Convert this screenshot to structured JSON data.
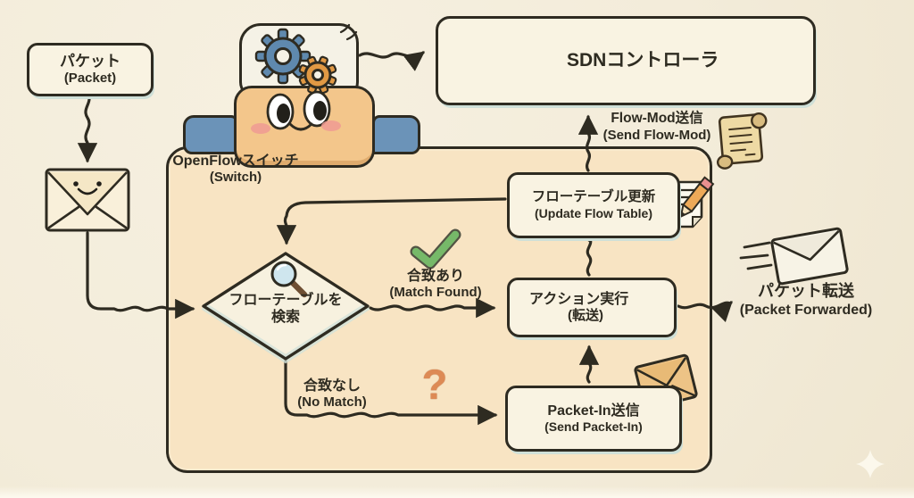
{
  "title": "OpenFlow / SDN packet handling flow (hand-drawn diagram)",
  "nodes": {
    "packet": {
      "jp": "パケット",
      "en": "(Packet)"
    },
    "sdn": {
      "label": "SDNコントローラ"
    },
    "switch": {
      "jp": "OpenFlowスイッチ",
      "en": "(Switch)"
    },
    "search": {
      "jp": "フローテーブルを",
      "jp2": "検索"
    },
    "update": {
      "jp": "フローテーブル更新",
      "en": "(Update Flow Table)"
    },
    "action": {
      "jp": "アクション実行",
      "en": "(転送)"
    },
    "packet_in": {
      "jp": "Packet-In送信",
      "en": "(Send Packet-In)"
    }
  },
  "edge_labels": {
    "flow_mod": {
      "jp": "Flow-Mod送信",
      "en": "(Send Flow-Mod)"
    },
    "match_found": {
      "jp": "合致あり",
      "en": "(Match Found)"
    },
    "no_match": {
      "jp": "合致なし",
      "en": "(No Match)"
    },
    "packet_forwarded": {
      "jp": "パケット転送",
      "en": "(Packet Forwarded)"
    },
    "question_mark": "?"
  },
  "flow": [
    {
      "from": "packet",
      "to": "incoming-envelope",
      "label": ""
    },
    {
      "from": "incoming-envelope",
      "to": "search",
      "label": ""
    },
    {
      "from": "search",
      "to": "action",
      "label": "合致あり (Match Found)"
    },
    {
      "from": "search",
      "to": "packet_in",
      "label": "合致なし (No Match)"
    },
    {
      "from": "packet_in",
      "to": "action",
      "label": ""
    },
    {
      "from": "action",
      "to": "update",
      "label": ""
    },
    {
      "from": "update",
      "to": "sdn",
      "label": "Flow-Mod送信 (Send Flow-Mod)"
    },
    {
      "from": "action",
      "to": "outside",
      "label": "パケット転送 (Packet Forwarded)"
    },
    {
      "from": "robot-switch",
      "to": "sdn",
      "label": ""
    }
  ],
  "icons": [
    "gear-blue-icon",
    "gear-orange-icon",
    "robot-face-icon",
    "brain-icon",
    "crown-icon",
    "scroll-icon",
    "note-pencil-icon",
    "magnifier-icon",
    "check-icon",
    "question-icon",
    "envelope-smiley-icon",
    "envelope-orange-icon",
    "envelope-flying-icon",
    "blue-forward-arrow-icon",
    "sparkle-icon"
  ],
  "palette": {
    "background": "#f3ecda",
    "switch_fill": "#f8e4c3",
    "node_fill": "#f9f3e2",
    "outline": "#2e2b21",
    "shadow_teal": "#cfe0d8",
    "blue": "#6b93b8",
    "orange": "#e19944",
    "green_check": "#76b969",
    "question_orange": "#dd8a55",
    "brain_pink": "#efa9a4",
    "crown_gold": "#f1c13d",
    "parchment": "#eedaa4",
    "envelope_tan": "#edc386",
    "face_tan": "#f3c68b"
  }
}
